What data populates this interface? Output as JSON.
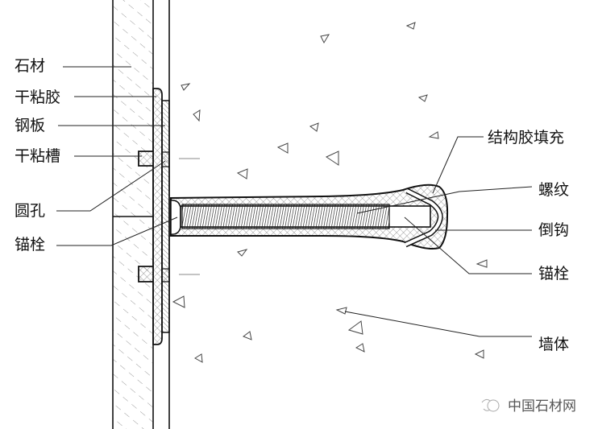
{
  "left_labels": {
    "stone": "石材",
    "dry_adhesive": "干粘胶",
    "steel_plate": "钢板",
    "adhesive_groove": "干粘槽",
    "round_hole": "圆孔",
    "anchor": "锚栓"
  },
  "right_labels": {
    "structural_glue_fill": "结构胶填充",
    "thread": "螺纹",
    "barb": "倒钩",
    "anchor": "锚栓",
    "wall": "墙体"
  },
  "watermark": "中国石材网"
}
